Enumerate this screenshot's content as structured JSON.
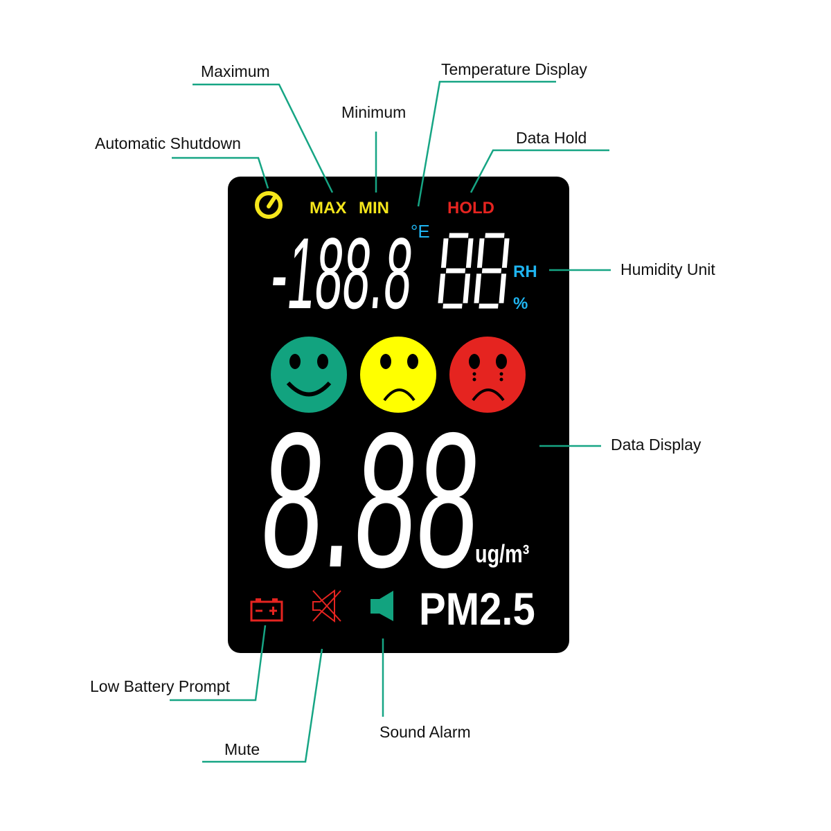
{
  "colors": {
    "leader": "#16a584",
    "panel": "#000000",
    "good": "#12a37f",
    "moderate": "#ffff00",
    "bad": "#e52420",
    "blue": "#1fb4f0",
    "yellow": "#f5e61b",
    "red": "#e52420",
    "segment": "#ffffff"
  },
  "callouts": {
    "maximum": "Maximum",
    "temperature_display": "Temperature Display",
    "minimum": "Minimum",
    "data_hold": "Data Hold",
    "automatic_shutdown": "Automatic Shutdown",
    "humidity_unit": "Humidity Unit",
    "data_display": "Data Display",
    "low_battery_prompt": "Low Battery Prompt",
    "mute": "Mute",
    "sound_alarm": "Sound Alarm"
  },
  "display": {
    "max_label": "MAX",
    "min_label": "MIN",
    "hold_label": "HOLD",
    "temp_unit": "°E",
    "temperature_readout": "-188.8",
    "humidity_readout": "88",
    "rh_label": "RH",
    "percent_label": "%",
    "pm_readout": "8.88",
    "pm_unit": "ug/m³",
    "pm_label": "PM2.5",
    "icons": [
      "power-icon",
      "happy-face-icon",
      "sad-face-icon",
      "crying-face-icon",
      "battery-icon",
      "mute-icon",
      "speaker-icon"
    ]
  }
}
